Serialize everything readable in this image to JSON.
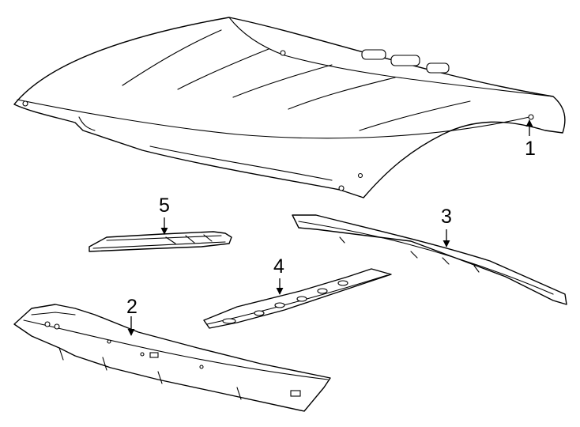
{
  "callouts": {
    "roof_panel": "1",
    "front_header": "2",
    "rear_bow": "3",
    "center_bow": "4",
    "small_bow": "5"
  }
}
